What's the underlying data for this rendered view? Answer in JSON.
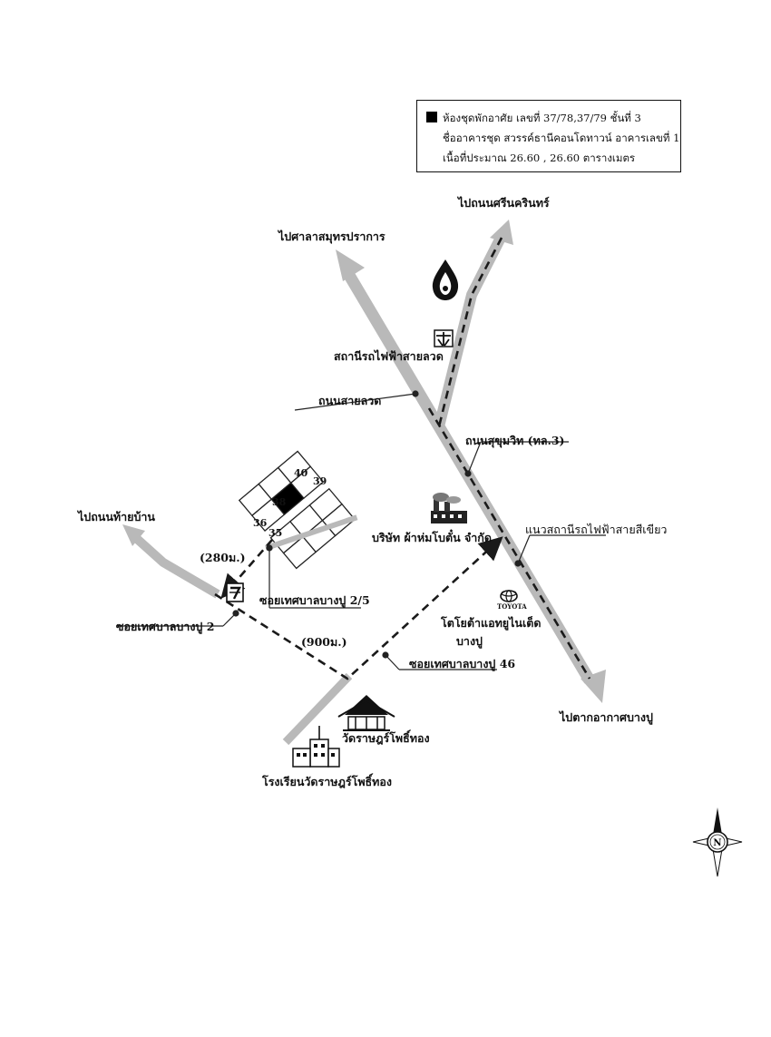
{
  "legend": {
    "line1": "ห้องชุดพักอาศัย เลขที่ 37/78,37/79  ชั้นที่ 3",
    "line2": "ชื่ออาคารชุด สวรรค์ธานีคอนโดทาวน์  อาคารเลขที่ 1",
    "line3": "เนื้อที่ประมาณ 26.60 , 26.60 ตารางเมตร"
  },
  "labels": {
    "to_srinakarin": "ไปถนนศรีนครินทร์",
    "to_samut_prakan": "ไปศาลาสมุทรปราการ",
    "bts_station": "สถานีรถไฟฟ้าสายลวด",
    "sailuat_road": "ถนนสายลวด",
    "sukhumvit_road": "ถนนสุขุมวิท (ทล.3)",
    "green_line": "แนวสถานีรถไฟฟ้าสายสีเขียว",
    "to_thai_ban": "ไปถนนท้ายบ้าน",
    "company": "บริษัท ผ้าห่มโบตั๋น จำกัด",
    "toyota": "โตโยต้าแอทยูไนเต็ด",
    "toyota2": "บางปู",
    "dist_280": "(280ม.)",
    "soi_2_5": "ซอยเทศบาลบางปู 2/5",
    "soi_2": "ซอยเทศบาลบางปู 2",
    "dist_900": "(900ม.)",
    "soi_46": "ซอยเทศบาลบางปู 46",
    "to_bang_pu": "ไปตากอากาศบางปู",
    "temple": "วัดราษฎร์โพธิ์ทอง",
    "school": "โรงเรียนวัดราษฎร์โพธิ์ทอง",
    "toyota_logo_text": "TOYOTA",
    "compass_n": "N"
  },
  "lots": [
    "40",
    "39",
    "38",
    "36",
    "35"
  ],
  "colors": {
    "road": "#b9b9b9",
    "route": "#1a1a1a",
    "ink": "#111111",
    "highlight": "#000000"
  }
}
